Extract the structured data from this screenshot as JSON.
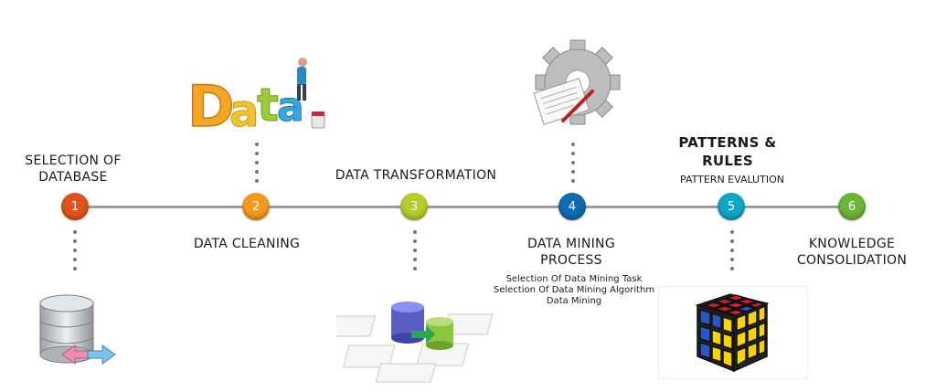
{
  "steps": [
    {
      "number": "1",
      "label_line1": "SELECTION OF",
      "label_line2": "DATABASE",
      "color": "#e0521c"
    },
    {
      "number": "2",
      "label": "DATA CLEANING",
      "color": "#f39a1c"
    },
    {
      "number": "3",
      "label": "DATA TRANSFORMATION",
      "color": "#b5cc2a"
    },
    {
      "number": "4",
      "label_line1": "DATA MINING",
      "label_line2": "PROCESS",
      "color": "#0e6bb0",
      "details": [
        "Selection Of Data Mining Task",
        "Selection Of Data Mining Algorithm",
        "Data Mining"
      ]
    },
    {
      "number": "5",
      "title_line1": "PATTERNS &",
      "title_line2": "RULES",
      "label": "PATTERN EVALUTION",
      "color": "#0ea6c6"
    },
    {
      "number": "6",
      "label_line1": "KNOWLEDGE",
      "label_line2": "CONSOLIDATION",
      "color": "#6ab534"
    }
  ],
  "images": {
    "data_word": "Data",
    "database_icon": "database-icon",
    "gear_icon": "gear-document-icon",
    "cube_icon": "rubiks-cube-icon"
  }
}
